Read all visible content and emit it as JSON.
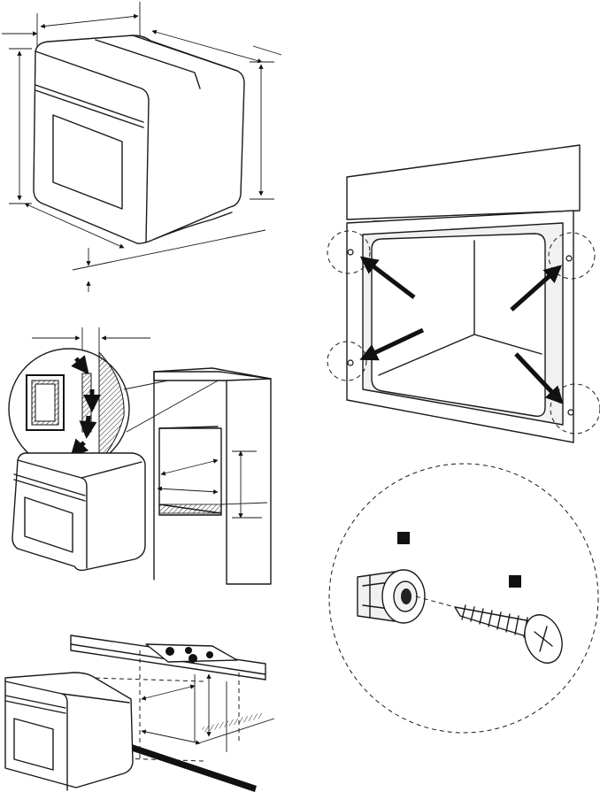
{
  "figures": [
    {
      "id": "oven-dimensions",
      "labels": []
    },
    {
      "id": "column-installation",
      "labels": []
    },
    {
      "id": "under-counter-installation",
      "labels": []
    },
    {
      "id": "frame-fixing-holes",
      "labels": []
    },
    {
      "id": "fixing-kit",
      "labels": []
    }
  ]
}
